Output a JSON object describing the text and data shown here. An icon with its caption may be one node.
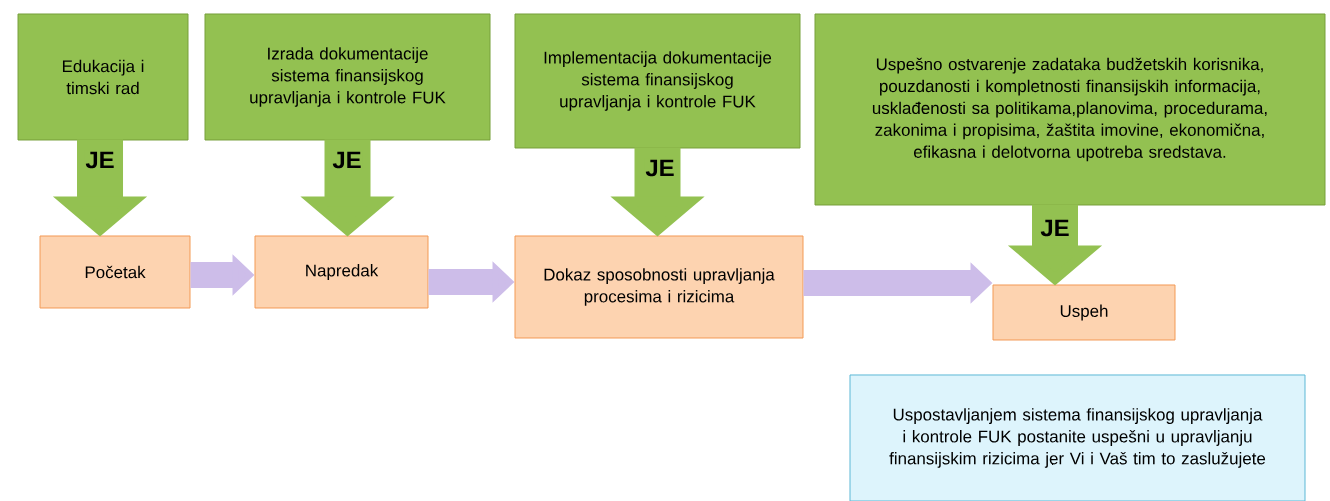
{
  "diagram": {
    "nodes": [
      {
        "text": [
          "Edukacija i timski rad"
        ]
      },
      {
        "text": [
          "Izrada dokumentacije sistema finansijskog upravljanja i kontrole FUK"
        ]
      },
      {
        "text": [
          "Implementacija dokumentacije sistema finansijskog upravljanja i kontrole FUK"
        ]
      },
      {
        "text": [
          "Uspešno ostvarenje zadataka budžetskih korisnika, pouzdanosti i kompletnosti finansijskih informacija, usklađenosti sa politikama,planovima, procedurama, zakonima i propisima, žaštita imovine, ekonomična, efikasna i delotvorna upotreba sredstava."
        ]
      },
      {
        "text": [
          "Početak"
        ]
      },
      {
        "text": [
          "Napredak"
        ]
      },
      {
        "text": [
          "Dokaz sposobnosti upravljanja procesima i rizicima"
        ]
      },
      {
        "text": [
          "Uspeh"
        ]
      },
      {
        "text": [
          "Uspostavljanjem sistema finansijskog upravljanja i kontrole FUK postanite uspešni u upravljanju finansijskim rizicima jer Vi i Vaš tim to zaslužujete"
        ]
      }
    ],
    "edges": [
      {
        "from": 0,
        "to": 4,
        "arrow": "to",
        "label": "JE"
      },
      {
        "from": 1,
        "to": 5,
        "arrow": "to",
        "label": "JE"
      },
      {
        "from": 2,
        "to": 6,
        "arrow": "to",
        "label": "JE"
      },
      {
        "from": 3,
        "to": 7,
        "arrow": "to",
        "label": "JE"
      },
      {
        "from": 4,
        "to": 5,
        "arrow": "to",
        "color": "#cdbde9"
      },
      {
        "from": 5,
        "to": 6,
        "arrow": "to",
        "color": "#cdbde9"
      },
      {
        "from": 6,
        "to": 7,
        "arrow": "to",
        "color": "#cdbde9"
      }
    ]
  }
}
